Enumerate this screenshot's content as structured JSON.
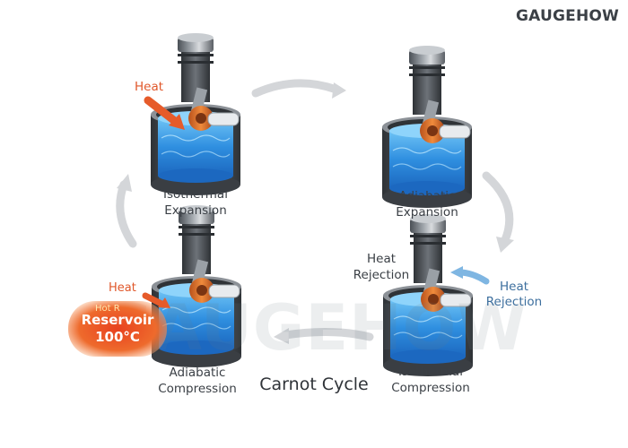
{
  "brand": "GAUGEHOW",
  "watermark": "GAUGEHOW",
  "title": "Carnot Cycle",
  "stages": [
    {
      "id": "isothermal-expansion",
      "line1": "Isothermal",
      "line2": "Expansion"
    },
    {
      "id": "adiabatic-expansion",
      "line1": "Adiabatic",
      "line2": "Expansion"
    },
    {
      "id": "isothermal-compression",
      "line1": "Isothermal",
      "line2": "Compression"
    },
    {
      "id": "adiabatic-compression",
      "line1": "Adiabatic",
      "line2": "Compression"
    }
  ],
  "heat_in_label": "Heat",
  "heat_in_label_2": "Heat",
  "heat_rejection": {
    "line1": "Heat",
    "line2": "Rejection"
  },
  "heat_rejection_arrow": {
    "line1": "Heat",
    "line2": "Rejection"
  },
  "reservoir": {
    "small": "Hot R",
    "line1": "Reservoir",
    "line2": "100°C"
  },
  "colors": {
    "heat": "#e0572a",
    "cool": "#5aa0d8",
    "cycle_arrow": "#d4d6d9",
    "gas": "#2f8fe0",
    "cylinder": "#6b7077"
  },
  "icons": [
    "heat-arrow-icon",
    "cool-arrow-icon",
    "cycle-arrow-icon",
    "piston-cylinder-icon"
  ]
}
